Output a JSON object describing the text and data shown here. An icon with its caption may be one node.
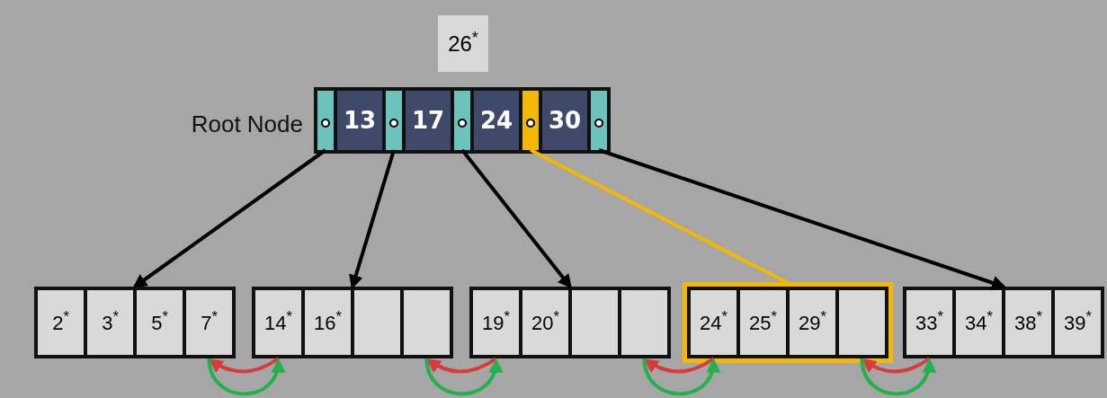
{
  "diagram": {
    "nodes": [
      {
        "text": [
          "26$^{*}$"
        ]
      },
      {
        "text": [
          "Root Node"
        ]
      },
      {
        "text": [],
        "shape": "box",
        "in": 1
      },
      {
        "text": [
          "13"
        ],
        "in": 1
      },
      {
        "text": [],
        "shape": "box",
        "in": 1
      },
      {
        "text": [
          "17"
        ],
        "in": 1
      },
      {
        "text": [],
        "shape": "box",
        "in": 1
      },
      {
        "text": [
          "24"
        ],
        "in": 1
      },
      {
        "text": [],
        "shape": "box",
        "in": 1
      },
      {
        "text": [
          "30"
        ],
        "in": 1
      },
      {
        "text": [],
        "shape": "box",
        "in": 1
      },
      {
        "text": [],
        "shape": "box"
      },
      {
        "text": [
          "2$^{*}$"
        ],
        "in": 11
      },
      {
        "text": [
          "3$^{*}$"
        ],
        "in": 11
      },
      {
        "text": [
          "5$^{*}$"
        ],
        "in": 11
      },
      {
        "text": [
          "7$^{*}$"
        ],
        "in": 11
      },
      {
        "text": [],
        "shape": "box"
      },
      {
        "text": [
          "14$^{*}$"
        ],
        "in": 16
      },
      {
        "text": [
          "16$^{*}$"
        ],
        "in": 16
      },
      {
        "text": [],
        "shape": "box",
        "in": 16
      },
      {
        "text": [],
        "shape": "box",
        "in": 16
      },
      {
        "text": [],
        "shape": "box"
      },
      {
        "text": [
          "19$^{*}$"
        ],
        "in": 21
      },
      {
        "text": [
          "20$^{*}$"
        ],
        "in": 21
      },
      {
        "text": [],
        "shape": "box",
        "in": 21
      },
      {
        "text": [],
        "shape": "box",
        "in": 21
      },
      {
        "text": [],
        "shape": "box"
      },
      {
        "text": [
          "24$^{*}$"
        ],
        "in": 26
      },
      {
        "text": [
          "25$^{*}$"
        ],
        "in": 26
      },
      {
        "text": [
          "29$^{*}$"
        ],
        "in": 26
      },
      {
        "text": [],
        "shape": "box",
        "in": 26
      },
      {
        "text": [],
        "shape": "box"
      },
      {
        "text": [
          "33$^{*}$"
        ],
        "in": 31
      },
      {
        "text": [
          "34$^{*}$"
        ],
        "in": 31
      },
      {
        "text": [
          "38$^{*}$"
        ],
        "in": 31
      },
      {
        "text": [
          "39$^{*}$"
        ],
        "in": 31
      }
    ],
    "edges": [
      {
        "from": 2,
        "to": 11,
        "arrow": "to"
      },
      {
        "from": 4,
        "to": 16,
        "arrow": "to"
      },
      {
        "from": 6,
        "to": 21,
        "arrow": "to"
      },
      {
        "from": 8,
        "to": 26,
        "arrow": "none",
        "color": "#f5b800"
      },
      {
        "from": 10,
        "to": 31,
        "arrow": "to"
      },
      {
        "from": 17,
        "to": 15,
        "arrow": "to",
        "color": "#d93a3a"
      },
      {
        "from": 15,
        "to": 17,
        "arrow": "to",
        "color": "#22b14c"
      },
      {
        "from": 22,
        "to": 20,
        "arrow": "to",
        "color": "#d93a3a"
      },
      {
        "from": 20,
        "to": 22,
        "arrow": "to",
        "color": "#22b14c"
      },
      {
        "from": 27,
        "to": 25,
        "arrow": "to",
        "color": "#d93a3a"
      },
      {
        "from": 25,
        "to": 27,
        "arrow": "to",
        "color": "#22b14c"
      },
      {
        "from": 32,
        "to": 30,
        "arrow": "to",
        "color": "#d93a3a"
      },
      {
        "from": 30,
        "to": 32,
        "arrow": "to",
        "color": "#22b14c"
      }
    ]
  }
}
